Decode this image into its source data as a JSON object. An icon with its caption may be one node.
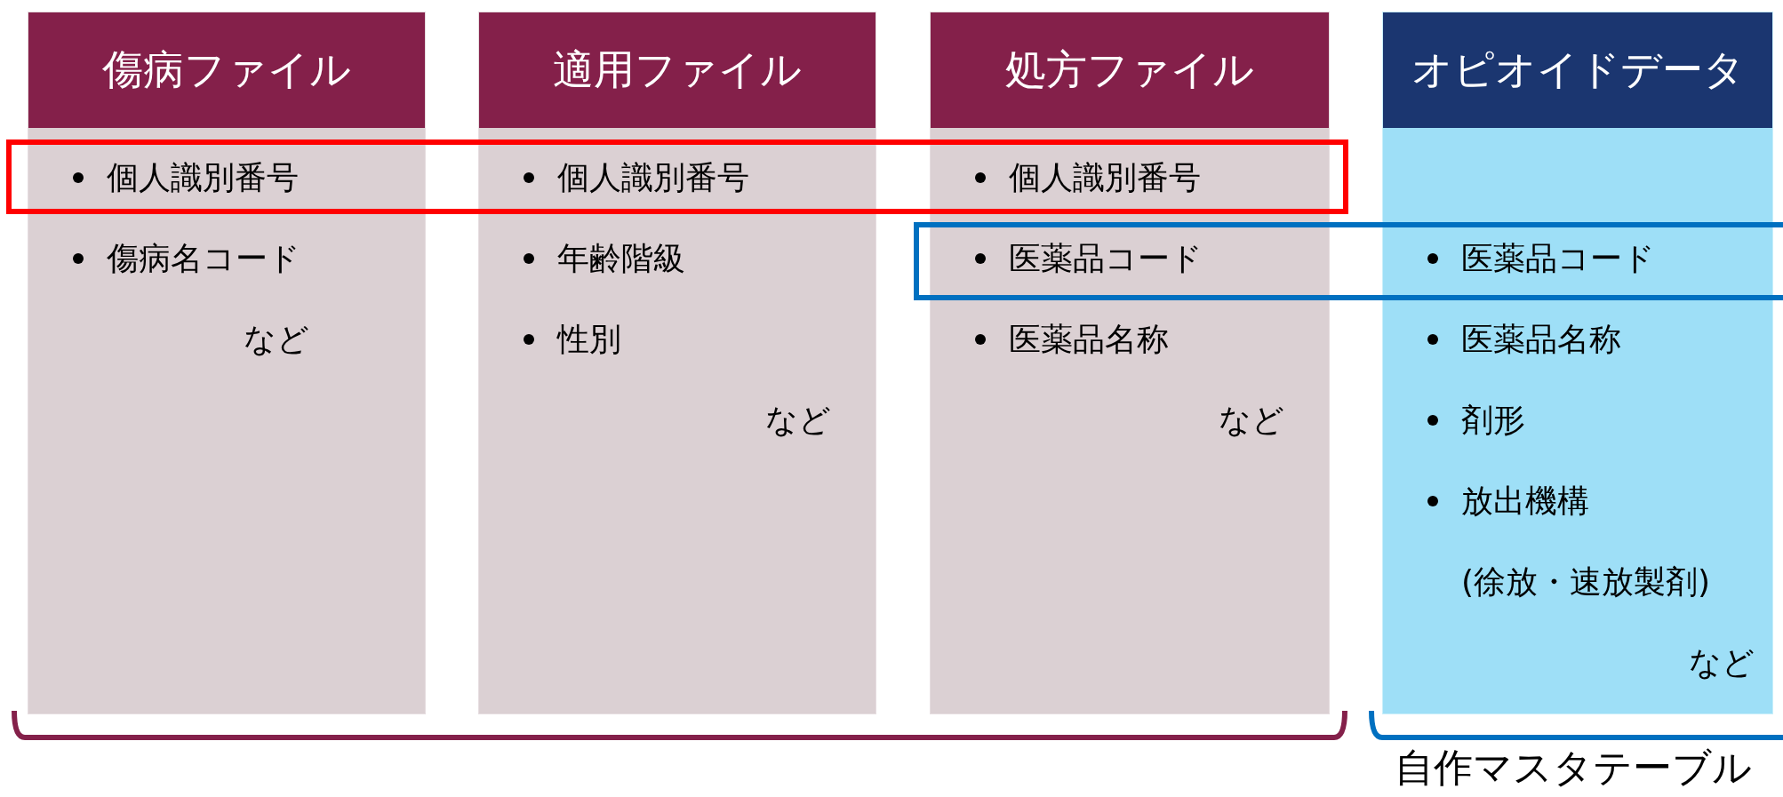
{
  "diagram": {
    "nodes": [
      {
        "text": [
          "傷病ファイル",
          "個人識別番号",
          "傷病名コード",
          "など"
        ]
      },
      {
        "text": [
          "適用ファイル",
          "個人識別番号",
          "年齢階級",
          "性別",
          "など"
        ]
      },
      {
        "text": [
          "処方ファイル",
          "個人識別番号",
          "医薬品コード",
          "医薬品名称",
          "など"
        ]
      },
      {
        "text": [
          "オピオイドデータ",
          "医薬品コード",
          "医薬品名称",
          "剤形",
          "放出機構 (徐放・速放製剤)",
          "など"
        ]
      }
    ],
    "labels": [
      "自作マスタテーブル"
    ]
  }
}
